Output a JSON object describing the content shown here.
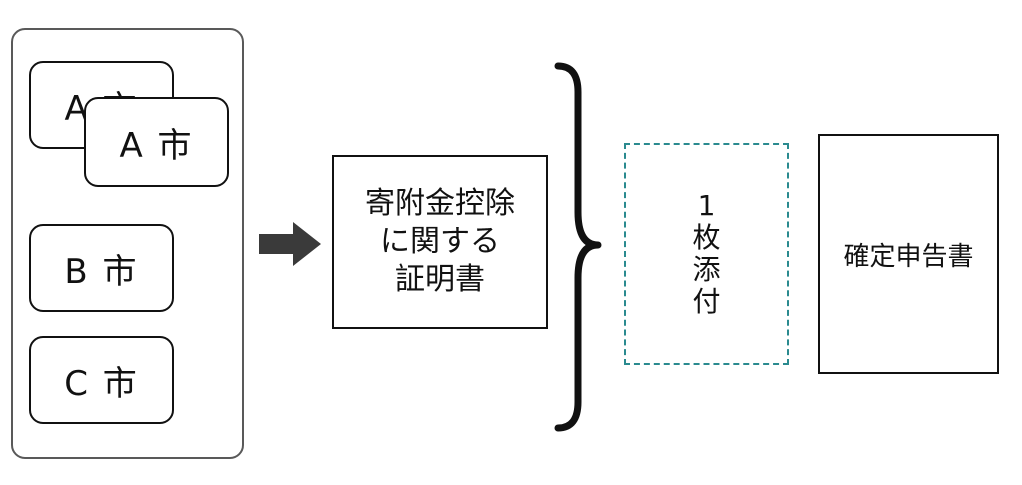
{
  "cities": {
    "a_back": "A 市",
    "a_front": "A 市",
    "b": "B 市",
    "c": "C 市"
  },
  "certificate": {
    "lines": [
      "寄附金控除",
      "に関する",
      "証明書"
    ]
  },
  "attachment": {
    "lines": [
      "1",
      "枚",
      "添",
      "付"
    ]
  },
  "tax_return": {
    "label": "確定申告書"
  },
  "colors": {
    "border": "#111111",
    "group_border": "#595959",
    "dashed_border": "#2a8a8f",
    "arrow_fill": "#3a3a3a"
  },
  "icons": {
    "arrow": "right-arrow-icon",
    "brace": "right-curly-brace-icon"
  }
}
